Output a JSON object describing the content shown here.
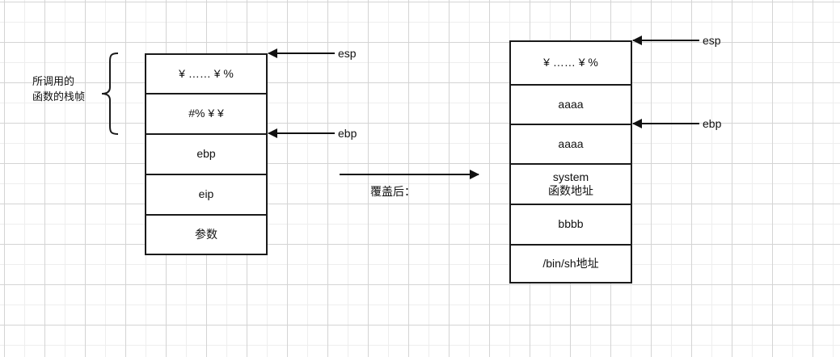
{
  "diagram": {
    "title": "stack-frame-overflow-diagram",
    "annotation": {
      "frame_label": "所调用的\n函数的栈帧",
      "brace_icon": "curly-brace-icon"
    },
    "transition": {
      "label": "覆盖后：",
      "arrow_icon": "right-arrow-icon"
    },
    "left_stack": {
      "name": "original-stack",
      "rows": [
        {
          "text": "¥ …… ¥ %"
        },
        {
          "text": "#% ¥ ¥"
        },
        {
          "text": "ebp"
        },
        {
          "text": "eip"
        },
        {
          "text": "参数"
        }
      ],
      "pointers": [
        {
          "label": "esp",
          "icon": "left-arrow-icon"
        },
        {
          "label": "ebp",
          "icon": "left-arrow-icon"
        }
      ]
    },
    "right_stack": {
      "name": "overwritten-stack",
      "rows": [
        {
          "text": "¥ …… ¥ %"
        },
        {
          "text": "aaaa"
        },
        {
          "text": "aaaa"
        },
        {
          "text": "system\n函数地址"
        },
        {
          "text": "bbbb"
        },
        {
          "text": "/bin/sh地址"
        }
      ],
      "pointers": [
        {
          "label": "esp",
          "icon": "left-arrow-icon"
        },
        {
          "label": "ebp",
          "icon": "left-arrow-icon"
        }
      ]
    },
    "colors": {
      "stroke": "#1a1a1a",
      "text": "#111111",
      "grid_minor": "#eeeeee",
      "grid_major": "#d4d4d4",
      "background": "#ffffff"
    }
  }
}
